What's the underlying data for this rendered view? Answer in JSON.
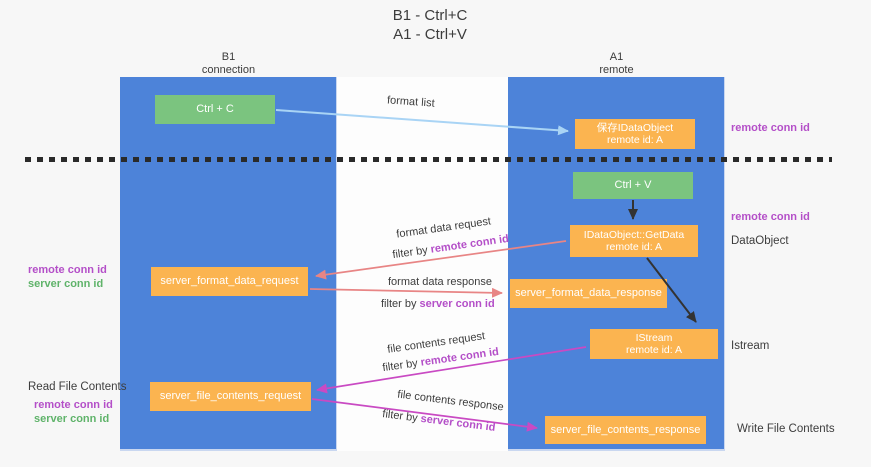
{
  "title": {
    "line1": "B1 - Ctrl+C",
    "line2": "A1 - Ctrl+V"
  },
  "lanes": {
    "left": {
      "title": "B1",
      "subtitle": "connection"
    },
    "right": {
      "title": "A1",
      "subtitle": "remote"
    }
  },
  "nodes": {
    "ctrl_c": {
      "label": "Ctrl + C"
    },
    "save_idataobject": {
      "line1": "保存IDataObject",
      "line2": "remote id: A"
    },
    "ctrl_v": {
      "label": "Ctrl + V"
    },
    "getdata": {
      "line1": "IDataObject::GetData",
      "line2": "remote id: A"
    },
    "format_request": {
      "label": "server_format_data_request"
    },
    "format_response": {
      "label": "server_format_data_response"
    },
    "istream": {
      "line1": "IStream",
      "line2": "remote id: A"
    },
    "file_request": {
      "label": "server_file_contents_request"
    },
    "file_response": {
      "label": "server_file_contents_response"
    }
  },
  "edge_labels": {
    "format_list": "format list",
    "format_data_request": "format data request",
    "format_data_response": "format data response",
    "file_contents_request": "file contents request",
    "file_contents_response": "file contents response",
    "filter_by": "filter by ",
    "remote_conn_id": "remote conn id",
    "server_conn_id": "server conn id"
  },
  "side_labels": {
    "right_top_conn": "remote conn id",
    "right_mid_conn": "remote conn id",
    "dataobject": "DataObject",
    "istream": "Istream",
    "write_file_contents": "Write File Contents",
    "left_remote_conn": "remote conn id",
    "left_server_conn": "server conn id",
    "read_file_contents": "Read File Contents",
    "left_remote_conn2": "remote conn id",
    "left_server_conn2": "server conn id"
  },
  "colors": {
    "lane_blue": "#4d83d9",
    "box_orange": "#fbb450",
    "box_green": "#7bc47f",
    "accent_purple": "#b44fc8",
    "accent_green": "#5fb36a",
    "arrow_salmon": "#e88585",
    "arrow_magenta": "#c94ac3",
    "arrow_blue": "#a9d4f5",
    "arrow_black": "#333333",
    "text_dark": "#3d3d3d"
  }
}
